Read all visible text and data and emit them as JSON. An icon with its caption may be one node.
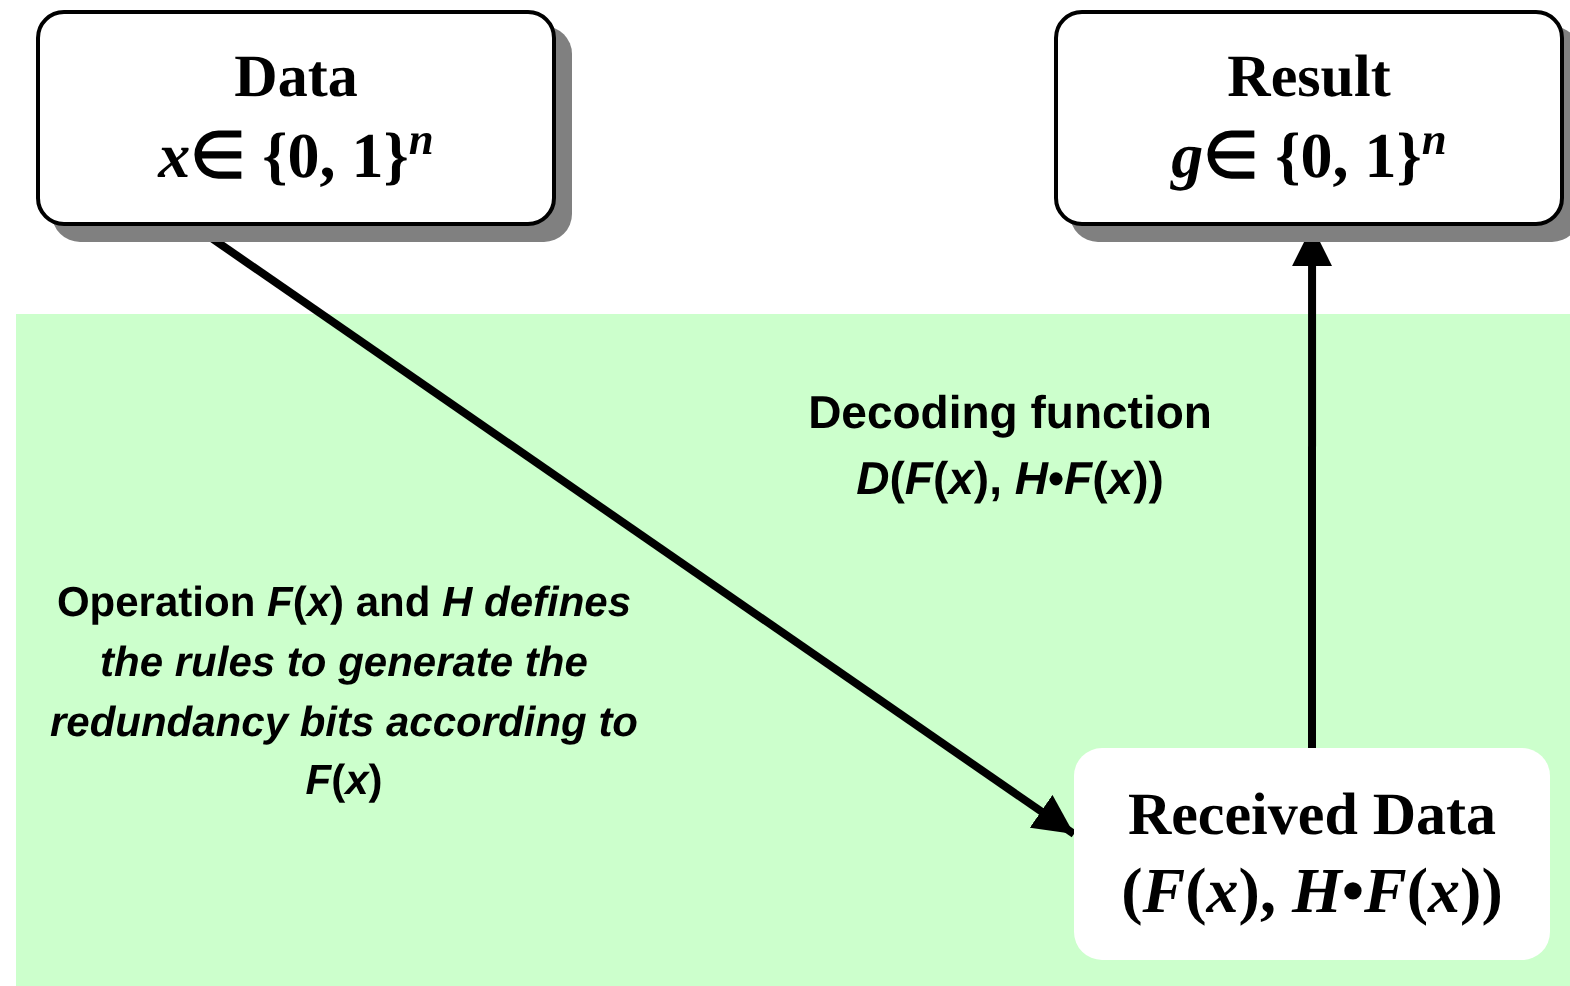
{
  "diagram": {
    "nodes": [
      {
        "text": [
          "Data",
          "*x*∈ {0, 1}$^{n}$"
        ]
      },
      {
        "text": [
          "Result",
          "*g*∈ {0, 1}$^{n}$"
        ]
      },
      {
        "text": [
          "Received Data",
          "(*F*(*x*), *H*•*F*(*x*))"
        ]
      }
    ],
    "edges": [
      {
        "from": 0,
        "to": 2,
        "arrow": "to",
        "label": "Operation *F*(*x*) and *H defines the rules to generate the redundancy bits according to F*(*x*)"
      },
      {
        "from": 2,
        "to": 1,
        "arrow": "to",
        "label": "Decoding function *D*(*F*(*x*), *H*•*F*(*x*))"
      }
    ]
  }
}
